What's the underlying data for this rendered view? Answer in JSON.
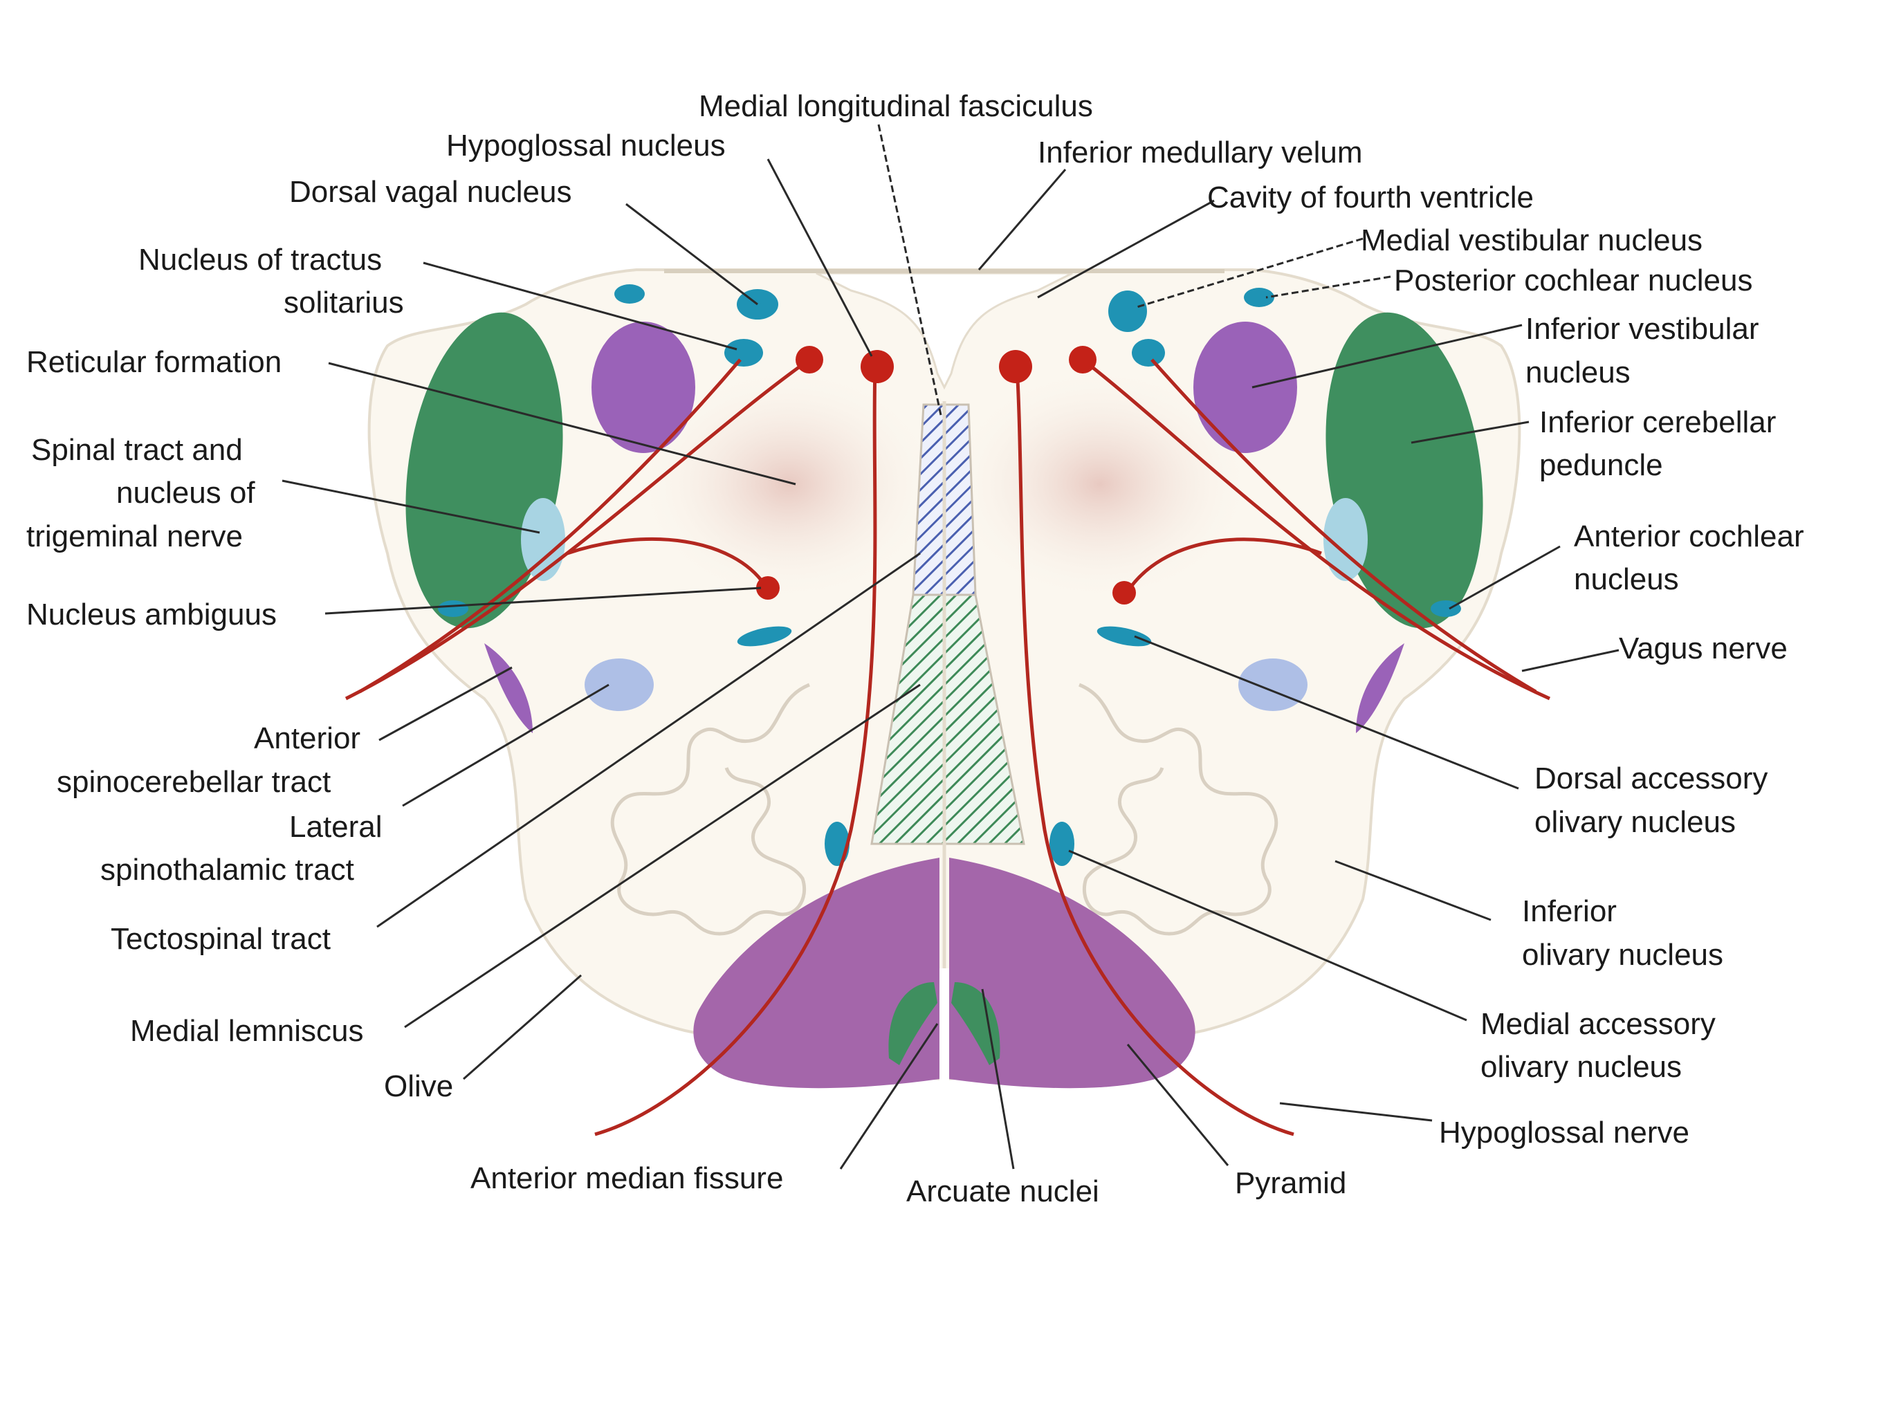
{
  "colors": {
    "background": "#ffffff",
    "section": "#fbf7ef",
    "section_outline": "#e4dccd",
    "green": "#3f8f5f",
    "purple": "#9a62b8",
    "magenta_purple": "#a466aa",
    "light_blue": "#a8d4e3",
    "periwinkle": "#aebfe6",
    "teal": "#1f93b4",
    "nerve_red": "#b3271f",
    "nucleus_red": "#c42218",
    "reticular_pink": "#ecd2cb",
    "hatch_blue": "#4a60b0",
    "hatch_green": "#3e8a58",
    "leader_line": "#2a2a2a"
  },
  "labels": {
    "medial_longitudinal_fasciculus": "Medial longitudinal fasciculus",
    "hypoglossal_nucleus": "Hypoglossal nucleus",
    "dorsal_vagal_nucleus": "Dorsal vagal nucleus",
    "nucleus_tractus_1": "Nucleus of tractus",
    "nucleus_tractus_2": "solitarius",
    "reticular_formation": "Reticular formation",
    "spinal_trigeminal_1": "Spinal tract and",
    "spinal_trigeminal_2": "nucleus of",
    "spinal_trigeminal_3": "trigeminal nerve",
    "nucleus_ambiguus": "Nucleus ambiguus",
    "ant_spinocerebellar_1": "Anterior",
    "ant_spinocerebellar_2": "spinocerebellar tract",
    "lat_spinothalamic_1": "Lateral",
    "lat_spinothalamic_2": "spinothalamic tract",
    "tectospinal_tract": "Tectospinal tract",
    "medial_lemniscus": "Medial lemniscus",
    "olive": "Olive",
    "anterior_median_fissure": "Anterior median fissure",
    "arcuate_nuclei": "Arcuate nuclei",
    "pyramid": "Pyramid",
    "hypoglossal_nerve": "Hypoglossal nerve",
    "medial_accessory_1": "Medial accessory",
    "medial_accessory_2": "olivary nucleus",
    "inferior_olivary_1": "Inferior",
    "inferior_olivary_2": "olivary nucleus",
    "dorsal_accessory_1": "Dorsal accessory",
    "dorsal_accessory_2": "olivary nucleus",
    "vagus_nerve": "Vagus nerve",
    "anterior_cochlear_1": "Anterior cochlear",
    "anterior_cochlear_2": "nucleus",
    "inf_cerebellar_1": "Inferior cerebellar",
    "inf_cerebellar_2": "peduncle",
    "inf_vestibular_1": "Inferior vestibular",
    "inf_vestibular_2": "nucleus",
    "posterior_cochlear": "Posterior cochlear nucleus",
    "medial_vestibular": "Medial vestibular nucleus",
    "cavity_fourth_ventricle": "Cavity of fourth ventricle",
    "inferior_medullary_velum": "Inferior medullary velum"
  }
}
